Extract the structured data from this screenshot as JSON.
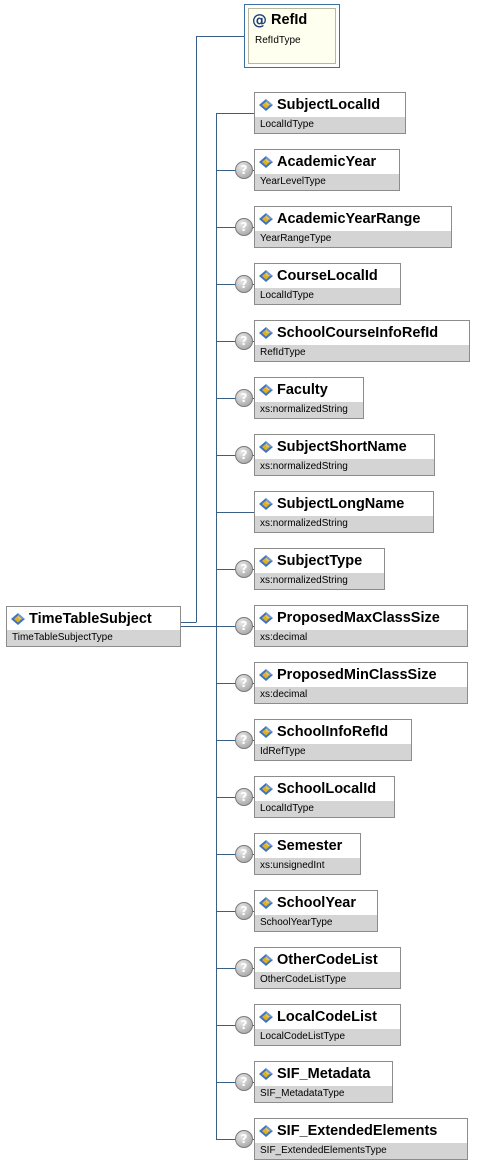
{
  "root": {
    "name": "TimeTableSubject",
    "type": "TimeTableSubjectType"
  },
  "attribute": {
    "symbol": "@",
    "name": "RefId",
    "type": "RefIdType"
  },
  "children": [
    {
      "name": "SubjectLocalId",
      "type": "LocalIdType",
      "optional": false
    },
    {
      "name": "AcademicYear",
      "type": "YearLevelType",
      "optional": true
    },
    {
      "name": "AcademicYearRange",
      "type": "YearRangeType",
      "optional": true
    },
    {
      "name": "CourseLocalId",
      "type": "LocalIdType",
      "optional": true
    },
    {
      "name": "SchoolCourseInfoRefId",
      "type": "RefIdType",
      "optional": true
    },
    {
      "name": "Faculty",
      "type": "xs:normalizedString",
      "optional": true
    },
    {
      "name": "SubjectShortName",
      "type": "xs:normalizedString",
      "optional": true
    },
    {
      "name": "SubjectLongName",
      "type": "xs:normalizedString",
      "optional": false
    },
    {
      "name": "SubjectType",
      "type": "xs:normalizedString",
      "optional": true
    },
    {
      "name": "ProposedMaxClassSize",
      "type": "xs:decimal",
      "optional": true
    },
    {
      "name": "ProposedMinClassSize",
      "type": "xs:decimal",
      "optional": true
    },
    {
      "name": "SchoolInfoRefId",
      "type": "IdRefType",
      "optional": true
    },
    {
      "name": "SchoolLocalId",
      "type": "LocalIdType",
      "optional": true
    },
    {
      "name": "Semester",
      "type": "xs:unsignedInt",
      "optional": true
    },
    {
      "name": "SchoolYear",
      "type": "SchoolYearType",
      "optional": true
    },
    {
      "name": "OtherCodeList",
      "type": "OtherCodeListType",
      "optional": true
    },
    {
      "name": "LocalCodeList",
      "type": "LocalCodeListType",
      "optional": true
    },
    {
      "name": "SIF_Metadata",
      "type": "SIF_MetadataType",
      "optional": true
    },
    {
      "name": "SIF_ExtendedElements",
      "type": "SIF_ExtendedElementsType",
      "optional": true
    }
  ],
  "colors": {
    "connector": "#3a5f86",
    "type_band": "#d4d4d4",
    "node_border": "#8c8c8c",
    "icon_blue": "#3b73c4",
    "icon_gold": "#e0b020"
  }
}
